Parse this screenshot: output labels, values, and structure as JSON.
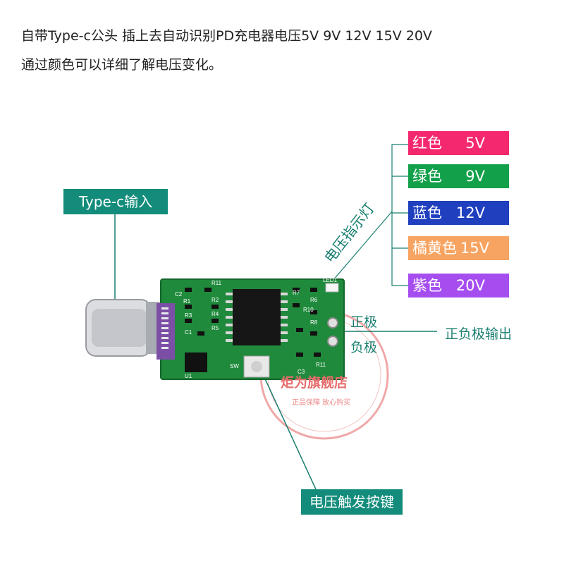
{
  "description": {
    "line1": "自带Type-c公头 插上去自动识别PD充电器电压5V 9V 12V 15V 20V",
    "line2": "通过颜色可以详细了解电压变化。"
  },
  "labels": {
    "typec_input": "Type-c输入",
    "voltage_button": "电压触发按键",
    "indicator": "电压指示灯",
    "positive": "正极",
    "negative": "负极",
    "pos_neg_output": "正负极输出"
  },
  "legend": [
    {
      "color_name": "红色",
      "voltage": "5V",
      "bg": "#f4286e"
    },
    {
      "color_name": "绿色",
      "voltage": "9V",
      "bg": "#12a04a"
    },
    {
      "color_name": "蓝色",
      "voltage": "12V",
      "bg": "#1f3fbf"
    },
    {
      "color_name": "橘黄色",
      "voltage": "15V",
      "bg": "#f7a462"
    },
    {
      "color_name": "紫色",
      "voltage": "20V",
      "bg": "#a64df0"
    }
  ],
  "watermark": {
    "title": "炬为旗舰店",
    "subtitle": "正品保障 放心购买"
  },
  "board_labels": {
    "r11": "R11",
    "r1": "R1",
    "r2": "R2",
    "r3": "R3",
    "r4": "R4",
    "r5": "R5",
    "r6": "R6",
    "r7": "R7",
    "r8": "R8",
    "r10": "R10",
    "r11b": "R11",
    "c1": "C1",
    "c2": "C2",
    "c3": "C3",
    "sw": "SW",
    "u1": "U1",
    "led": "LED1"
  },
  "colors": {
    "tag_bg": "#138c7b",
    "line": "#1a7f70",
    "pcb": "#1f8a3c"
  }
}
